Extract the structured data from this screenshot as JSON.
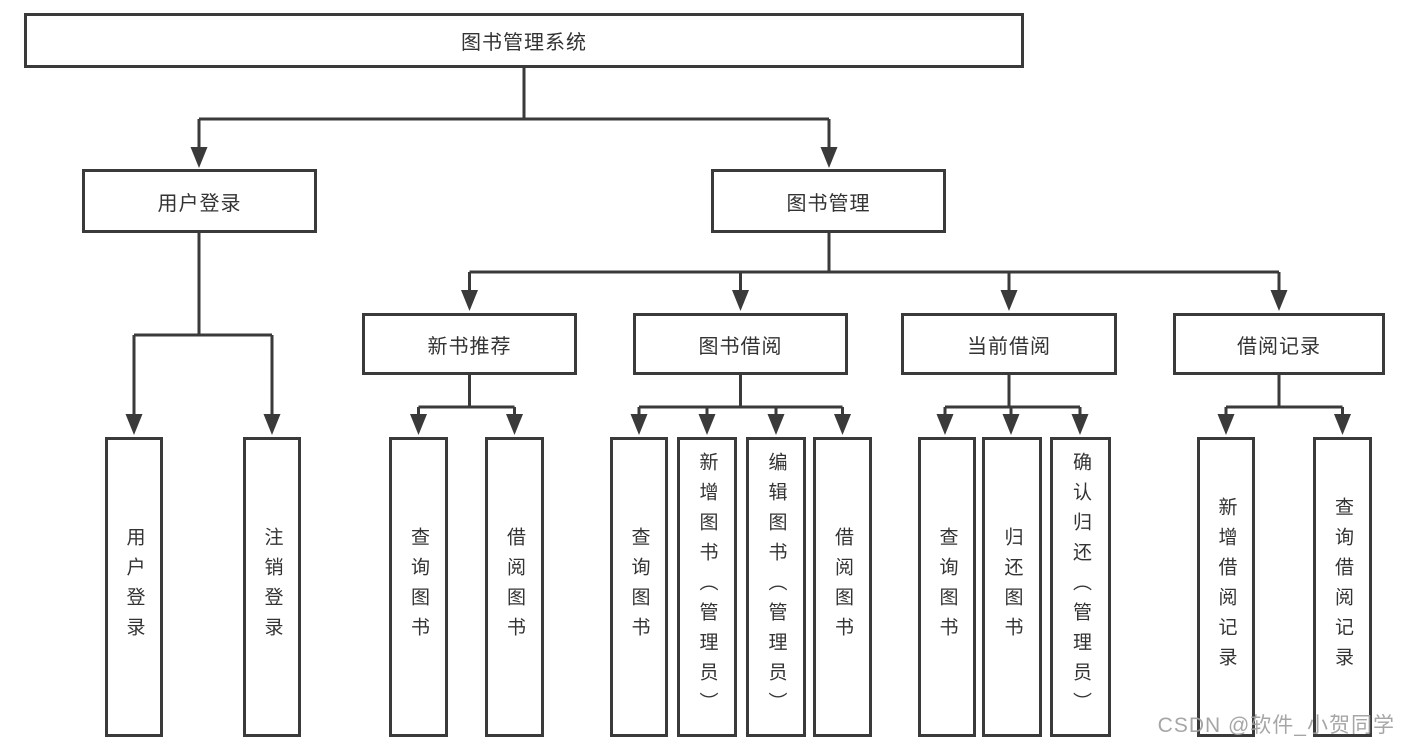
{
  "diagram": {
    "title": "图书管理系统",
    "type": "functional-structure-tree",
    "colors": {
      "line": "#3a3a3a",
      "box_border": "#3a3a3a",
      "text": "#333333",
      "background": "#ffffff",
      "watermark": "#9e9e9e"
    },
    "nodes": {
      "root": {
        "label": "图书管理系统"
      },
      "level2": [
        {
          "label": "用户登录"
        },
        {
          "label": "图书管理"
        }
      ],
      "level3": [
        {
          "label": "新书推荐",
          "parent": "图书管理"
        },
        {
          "label": "图书借阅",
          "parent": "图书管理"
        },
        {
          "label": "当前借阅",
          "parent": "图书管理"
        },
        {
          "label": "借阅记录",
          "parent": "图书管理"
        }
      ],
      "leaves": [
        {
          "label": "用户登录",
          "parent": "用户登录"
        },
        {
          "label": "注销登录",
          "parent": "用户登录"
        },
        {
          "label": "查询图书",
          "parent": "新书推荐"
        },
        {
          "label": "借阅图书",
          "parent": "新书推荐"
        },
        {
          "label": "查询图书",
          "parent": "图书借阅"
        },
        {
          "label": "新增图书（管理员）",
          "parent": "图书借阅"
        },
        {
          "label": "编辑图书（管理员）",
          "parent": "图书借阅"
        },
        {
          "label": "借阅图书",
          "parent": "图书借阅"
        },
        {
          "label": "查询图书",
          "parent": "当前借阅"
        },
        {
          "label": "归还图书",
          "parent": "当前借阅"
        },
        {
          "label": "确认归还（管理员）",
          "parent": "当前借阅"
        },
        {
          "label": "新增借阅记录",
          "parent": "借阅记录"
        },
        {
          "label": "查询借阅记录",
          "parent": "借阅记录"
        }
      ]
    }
  },
  "watermark": "CSDN @软件_小贺同学"
}
